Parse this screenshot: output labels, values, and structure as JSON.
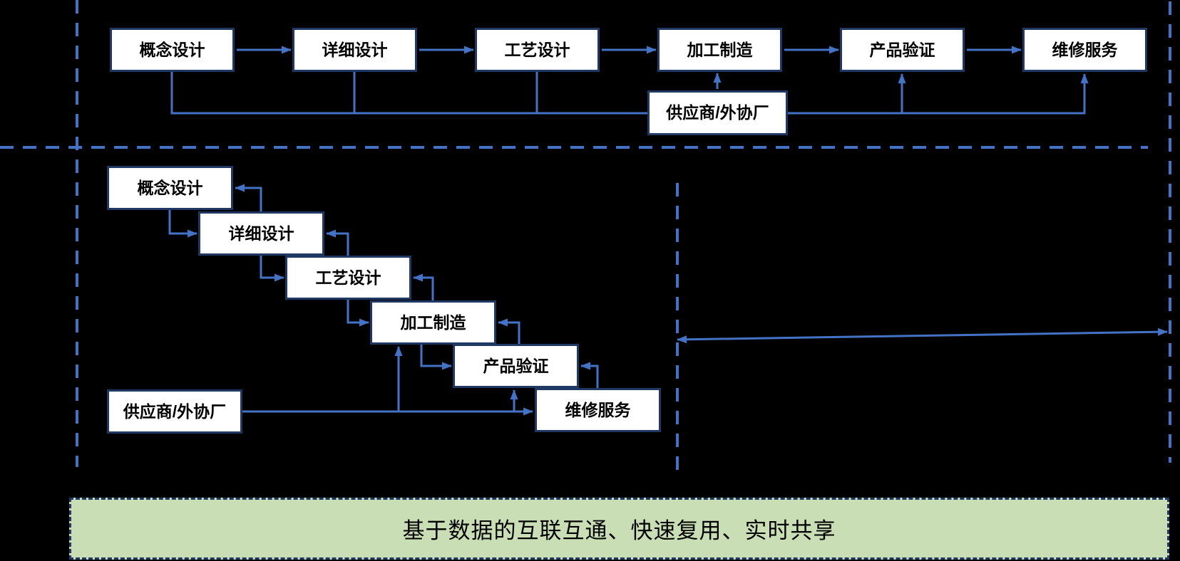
{
  "colors": {
    "background": "#000000",
    "accent": "#4472c4",
    "box_border": "#1f3864",
    "box_fill": "#ffffff",
    "box_text": "#000000",
    "banner_fill": "#c9deb4",
    "banner_border": "#1f3864",
    "banner_text": "#000000"
  },
  "top_flow": {
    "stages": [
      "概念设计",
      "详细设计",
      "工艺设计",
      "加工制造",
      "产品验证",
      "维修服务"
    ],
    "supplier": "供应商/外协厂"
  },
  "cascade_flow": {
    "stages": [
      "概念设计",
      "详细设计",
      "工艺设计",
      "加工制造",
      "产品验证",
      "维修服务"
    ],
    "supplier": "供应商/外协厂"
  },
  "banner": {
    "text": "基于数据的互联互通、快速复用、实时共享"
  }
}
